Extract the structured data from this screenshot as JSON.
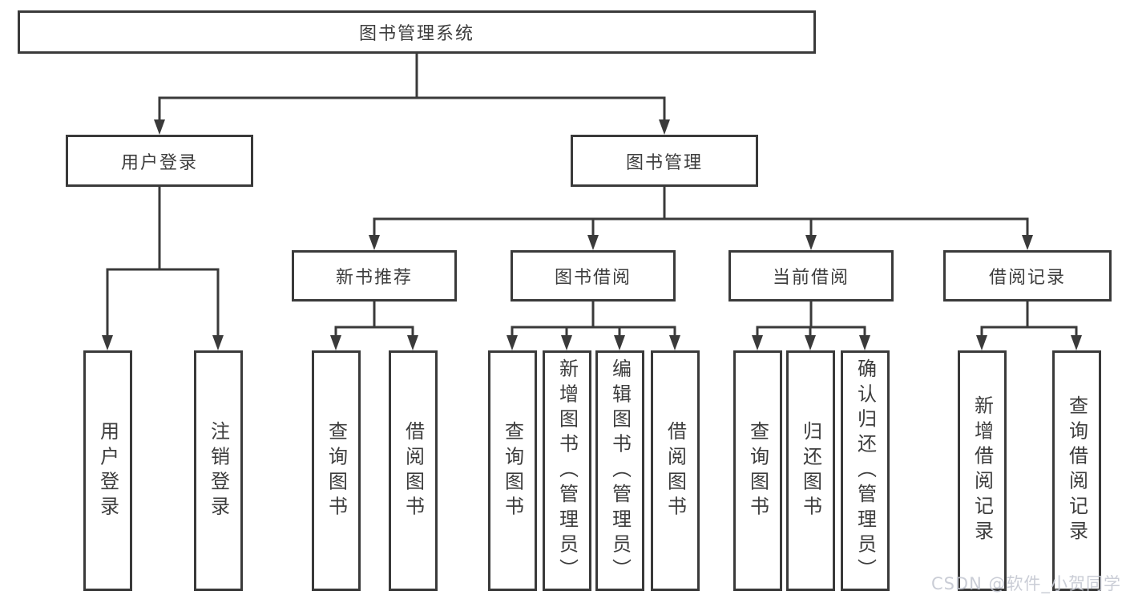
{
  "tree": {
    "root": {
      "label": "图书管理系统",
      "children": [
        {
          "label": "用户登录",
          "children": [
            {
              "label": "用户登录"
            },
            {
              "label": "注销登录"
            }
          ]
        },
        {
          "label": "图书管理",
          "children": [
            {
              "label": "新书推荐",
              "children": [
                {
                  "label": "查询图书"
                },
                {
                  "label": "借阅图书"
                }
              ]
            },
            {
              "label": "图书借阅",
              "children": [
                {
                  "label": "查询图书"
                },
                {
                  "label": "新增图书（管理员）"
                },
                {
                  "label": "编辑图书（管理员）"
                },
                {
                  "label": "借阅图书"
                }
              ]
            },
            {
              "label": "当前借阅",
              "children": [
                {
                  "label": "查询图书"
                },
                {
                  "label": "归还图书"
                },
                {
                  "label": "确认归还（管理员）"
                }
              ]
            },
            {
              "label": "借阅记录",
              "children": [
                {
                  "label": "新增借阅记录"
                },
                {
                  "label": "查询借阅记录"
                }
              ]
            }
          ]
        }
      ]
    }
  },
  "colors": {
    "line": "#3a3a3a",
    "text": "#3d3d3d",
    "watermark": "#c4c8d1",
    "background": "#ffffff"
  },
  "watermark": {
    "text": "CSDN @软件_小贺同学"
  }
}
